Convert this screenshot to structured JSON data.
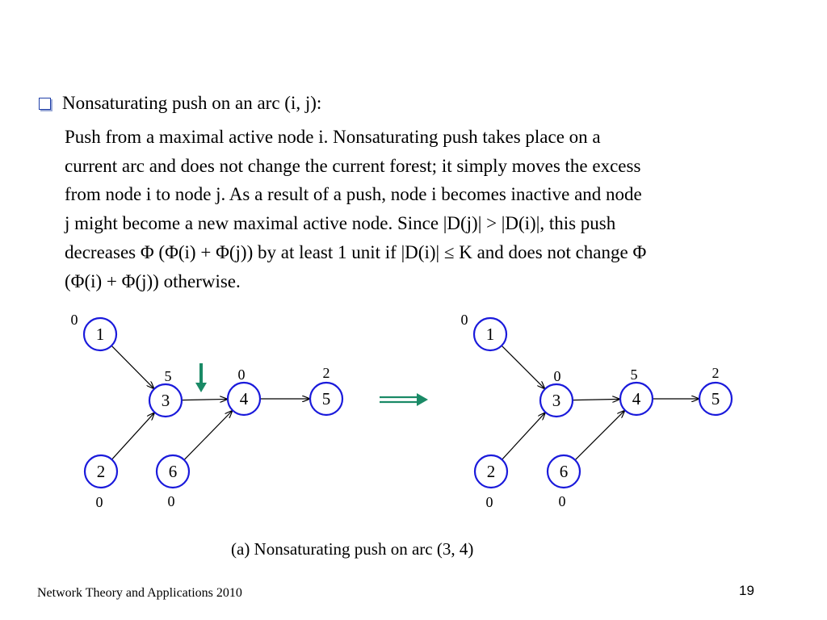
{
  "slide": {
    "heading": "Nonsaturating push on an arc (i, j):",
    "paragraph_lines": [
      "Push from a maximal active node i.  Nonsaturating push takes place on a",
      "current arc and does not change the current forest; it simply moves the excess",
      "from node i to node j.  As a result of a push, node i becomes inactive and node",
      "j might become a new maximal active node.  Since |D(j)| > |D(i)|, this push",
      "decreases Φ (Φ(i) + Φ(j)) by at least 1 unit if |D(i)| ≤ K and does not change Φ",
      "(Φ(i) + Φ(j)) otherwise."
    ],
    "caption": "(a) Nonsaturating push on arc (3, 4)",
    "footer": "Network Theory and Applications 2010",
    "page_number": "19"
  },
  "colors": {
    "node_border": "#1a1adb",
    "push_arrow": "#1a8a66",
    "bullet": "#1f3fa8"
  },
  "graphs": [
    {
      "name": "before",
      "nodes": [
        {
          "id": "1",
          "excess": "0"
        },
        {
          "id": "2",
          "excess": "0"
        },
        {
          "id": "3",
          "excess": "5"
        },
        {
          "id": "4",
          "excess": "0"
        },
        {
          "id": "5",
          "excess": "2"
        },
        {
          "id": "6",
          "excess": "0"
        }
      ],
      "arcs": [
        [
          "1",
          "3"
        ],
        [
          "2",
          "3"
        ],
        [
          "3",
          "4"
        ],
        [
          "6",
          "4"
        ],
        [
          "4",
          "5"
        ]
      ],
      "push_arc": [
        "3",
        "4"
      ]
    },
    {
      "name": "after",
      "nodes": [
        {
          "id": "1",
          "excess": "0"
        },
        {
          "id": "2",
          "excess": "0"
        },
        {
          "id": "3",
          "excess": "0"
        },
        {
          "id": "4",
          "excess": "5"
        },
        {
          "id": "5",
          "excess": "2"
        },
        {
          "id": "6",
          "excess": "0"
        }
      ],
      "arcs": [
        [
          "1",
          "3"
        ],
        [
          "2",
          "3"
        ],
        [
          "3",
          "4"
        ],
        [
          "6",
          "4"
        ],
        [
          "4",
          "5"
        ]
      ]
    }
  ]
}
